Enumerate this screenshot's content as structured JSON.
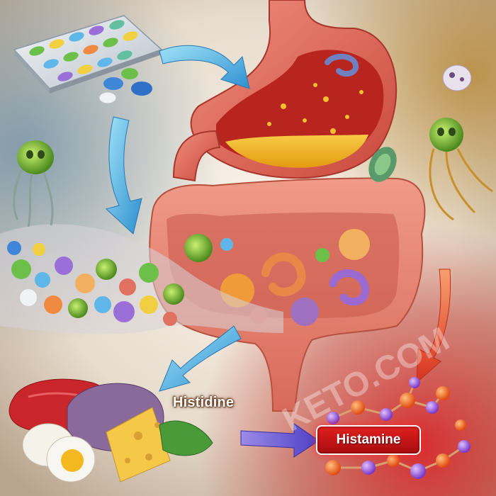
{
  "labels": {
    "precursor": "Histidine",
    "product": "Histamine"
  },
  "watermark": "KETO.COM",
  "icons": {
    "pill_pack": "blister-pack-icon",
    "bacteria": "bacteria-icon",
    "stomach": "stomach-icon",
    "intestine": "intestine-icon",
    "molecule": "molecule-icon",
    "food": "food-icon",
    "arrow": "arrow-icon"
  },
  "colors": {
    "arrow_blue": "#4fb6e6",
    "arrow_red": "#e8502a",
    "arrow_purple": "#7a4fd0",
    "histamine_box": "#c4141a",
    "intestine": "#e58a7a",
    "stomach_acid": "#f2b317",
    "molecule_orange": "#f06a1e",
    "molecule_purple": "#9a5ad8",
    "bacteria_green": "#7bc43a"
  }
}
